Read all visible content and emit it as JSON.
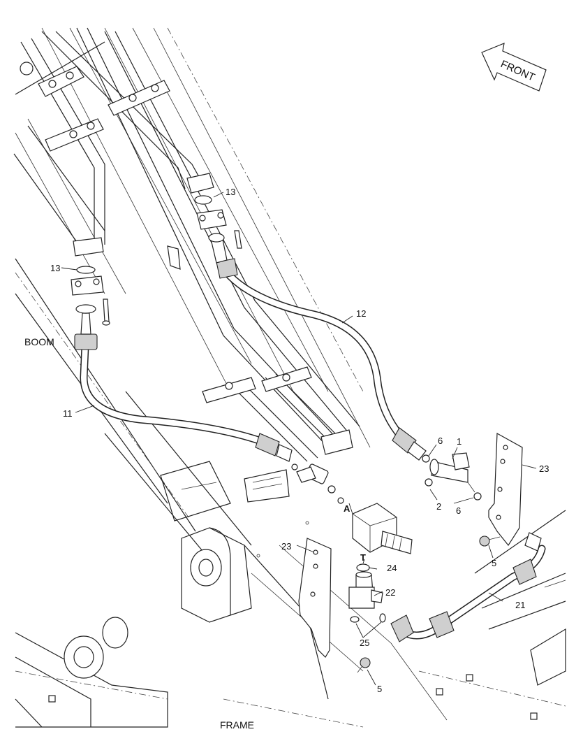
{
  "labels": {
    "front": "FRONT",
    "boom": "BOOM",
    "frame": "FRAME",
    "view_a": "A",
    "port_t": "T"
  },
  "callouts": {
    "p1": "1",
    "p2": "2",
    "p5a": "5",
    "p5b": "5",
    "p6a": "6",
    "p6b": "6",
    "p11": "11",
    "p12": "12",
    "p13a": "13",
    "p13b": "13",
    "p21": "21",
    "p22": "22",
    "p23a": "23",
    "p23b": "23",
    "p24": "24",
    "p25": "25"
  },
  "colors": {
    "line": "#222222",
    "background": "#ffffff"
  }
}
